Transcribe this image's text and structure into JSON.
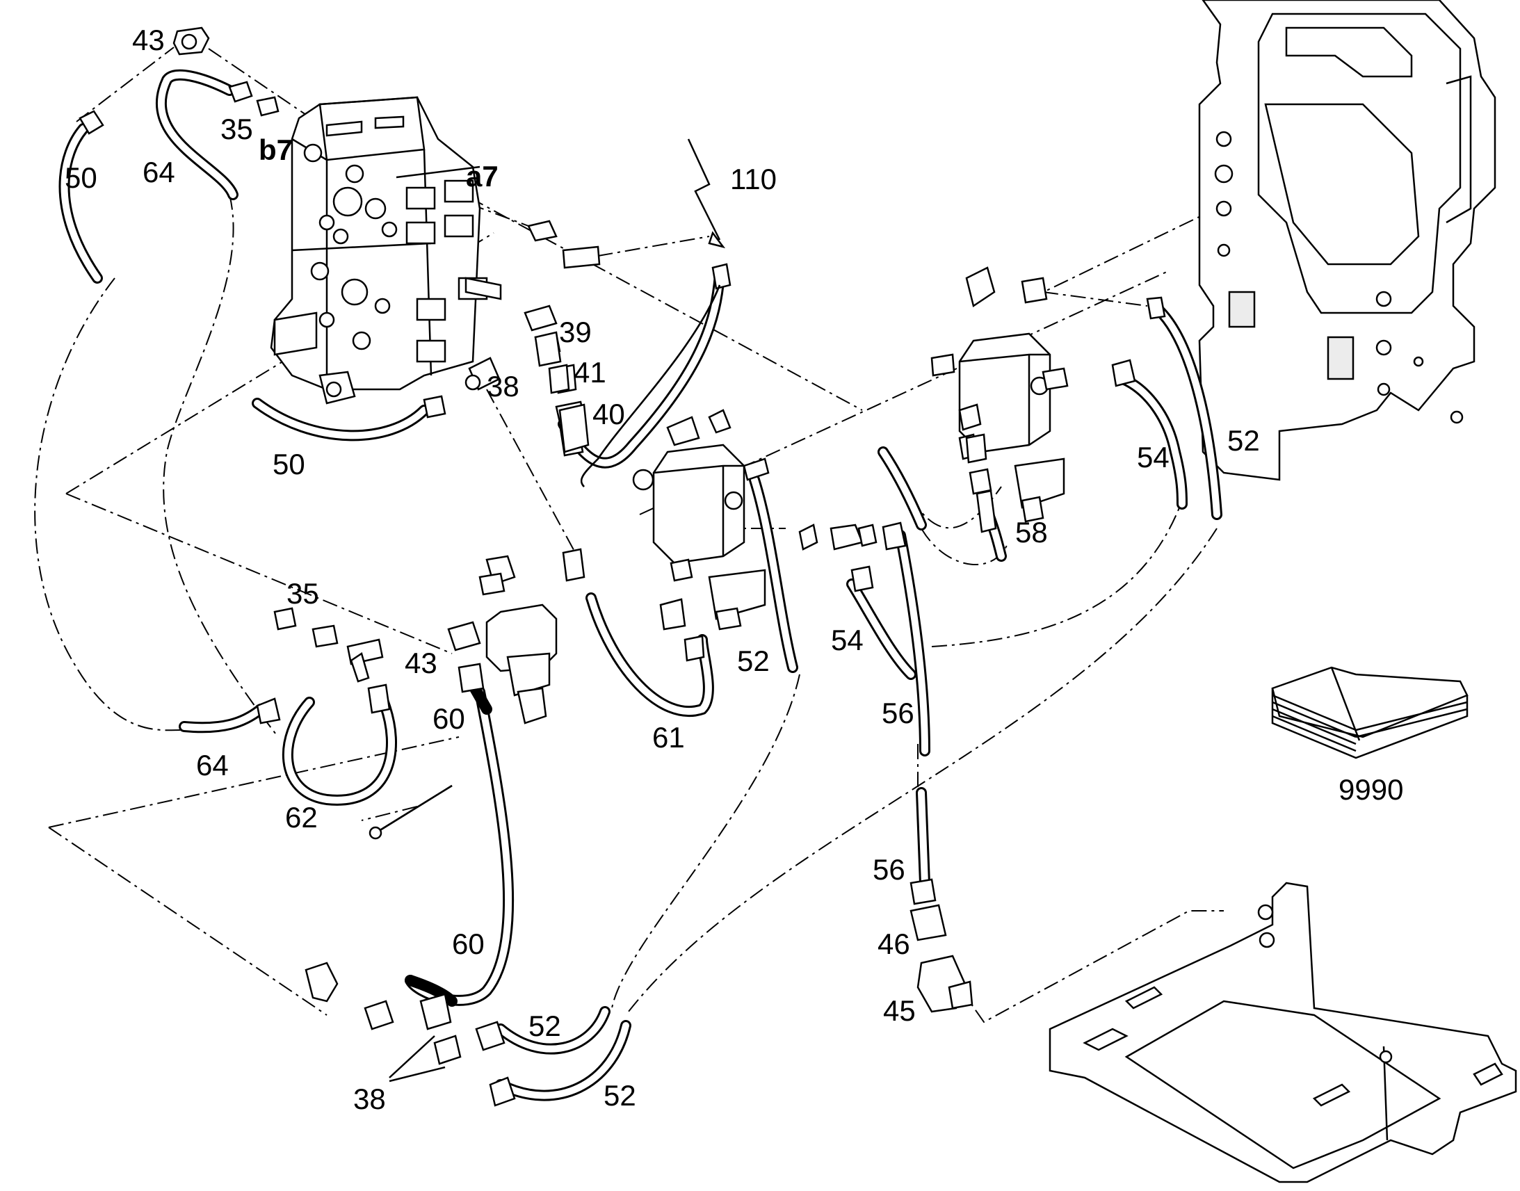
{
  "labels": [
    {
      "id": "l43a",
      "text": "43"
    },
    {
      "id": "l35a",
      "text": "35"
    },
    {
      "id": "lb7",
      "text": "b7"
    },
    {
      "id": "la7",
      "text": "a7"
    },
    {
      "id": "l50a",
      "text": "50"
    },
    {
      "id": "l64a",
      "text": "64"
    },
    {
      "id": "l110",
      "text": "110"
    },
    {
      "id": "l39",
      "text": "39"
    },
    {
      "id": "l41",
      "text": "41"
    },
    {
      "id": "l40",
      "text": "40"
    },
    {
      "id": "l38a",
      "text": "38"
    },
    {
      "id": "l50b",
      "text": "50"
    },
    {
      "id": "l35b",
      "text": "35"
    },
    {
      "id": "l43b",
      "text": "43"
    },
    {
      "id": "l60a",
      "text": "60"
    },
    {
      "id": "l64b",
      "text": "64"
    },
    {
      "id": "l62",
      "text": "62"
    },
    {
      "id": "l61",
      "text": "61"
    },
    {
      "id": "l52a",
      "text": "52"
    },
    {
      "id": "l54a",
      "text": "54"
    },
    {
      "id": "l56a",
      "text": "56"
    },
    {
      "id": "l58",
      "text": "58"
    },
    {
      "id": "l54b",
      "text": "54"
    },
    {
      "id": "l52b",
      "text": "52"
    },
    {
      "id": "l9990",
      "text": "9990"
    },
    {
      "id": "l56b",
      "text": "56"
    },
    {
      "id": "l46",
      "text": "46"
    },
    {
      "id": "l45",
      "text": "45"
    },
    {
      "id": "l60b",
      "text": "60"
    },
    {
      "id": "l52c",
      "text": "52"
    },
    {
      "id": "l52d",
      "text": "52"
    },
    {
      "id": "l38b",
      "text": "38"
    }
  ]
}
